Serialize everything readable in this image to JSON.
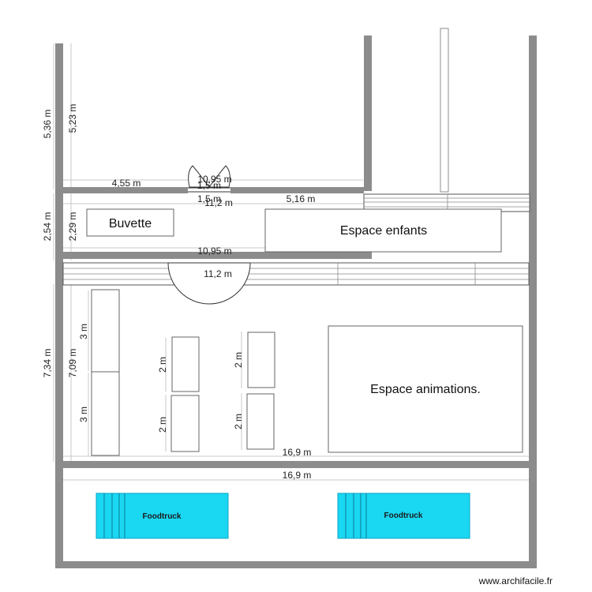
{
  "rooms": {
    "buvette": "Buvette",
    "espace_enfants": "Espace enfants",
    "espace_animations": "Espace animations."
  },
  "foodtrucks": [
    "Foodtruck",
    "Foodtruck"
  ],
  "dimensions": {
    "left_top": "5,36 m",
    "left_top_inner": "5,23 m",
    "corridor_width_a": "4,55 m",
    "corridor_width_b": "10,95 m",
    "door_width_a": "1,5 m",
    "door_width_b": "1,5 m",
    "corridor_length_a": "11,2 m",
    "corridor_length_b": "5,16 m",
    "left_mid": "2,54 m",
    "left_mid_inner": "2,29 m",
    "mid_bottom": "10,95 m",
    "mid_bottom_b": "11,2 m",
    "left_bottom": "7,34 m",
    "left_bottom_inner": "7,09 m",
    "table_a": "3 m",
    "table_b": "3 m",
    "table_c": "2 m",
    "table_d": "2 m",
    "table_e": "2 m",
    "table_f": "2 m",
    "hall_width_a": "16,9 m",
    "hall_width_b": "16,9 m"
  },
  "watermark": "www.archifacile.fr",
  "colors": {
    "wall": "#8c8c8c",
    "foodtruck": "#1ad7f2",
    "dimension_line": "#c8c8c8"
  }
}
